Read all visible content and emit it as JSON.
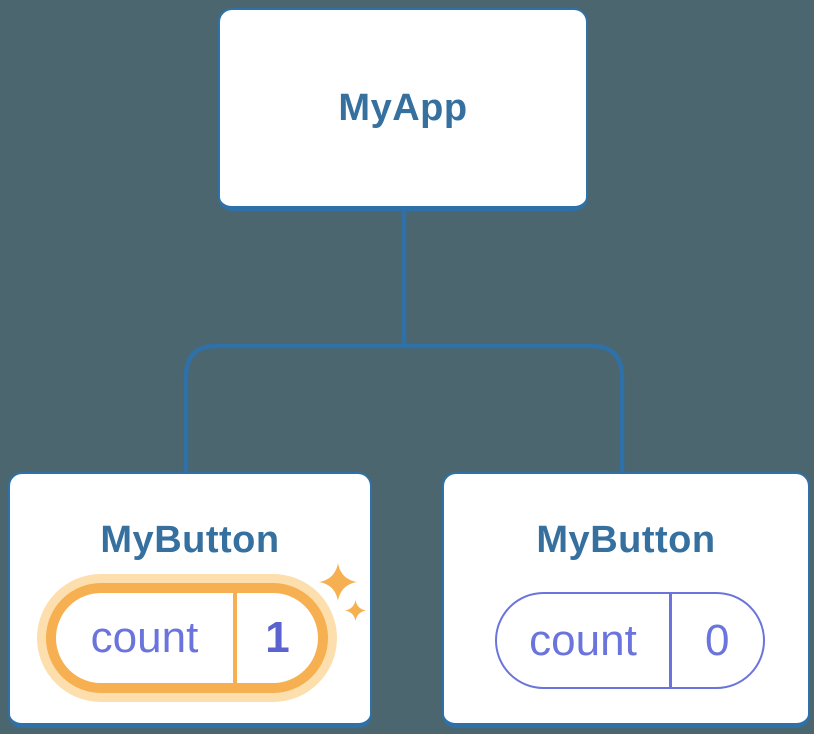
{
  "tree": {
    "root": {
      "label": "MyApp"
    },
    "children": [
      {
        "label": "MyButton",
        "state": {
          "name": "count",
          "value": "1"
        },
        "highlighted": true,
        "icons": [
          "sparkle-icon",
          "sparkle-icon"
        ]
      },
      {
        "label": "MyButton",
        "state": {
          "name": "count",
          "value": "0"
        },
        "highlighted": false,
        "icons": []
      }
    ]
  },
  "colors": {
    "background": "#4c6670",
    "card-bg": "#ffffff",
    "blue-border": "#2e71a8",
    "blue-text": "#35709f",
    "indigo": "#6b74dd",
    "indigo-bold": "#5a63d0",
    "orange": "#f6b051",
    "orange-glow": "#fcdfad"
  }
}
